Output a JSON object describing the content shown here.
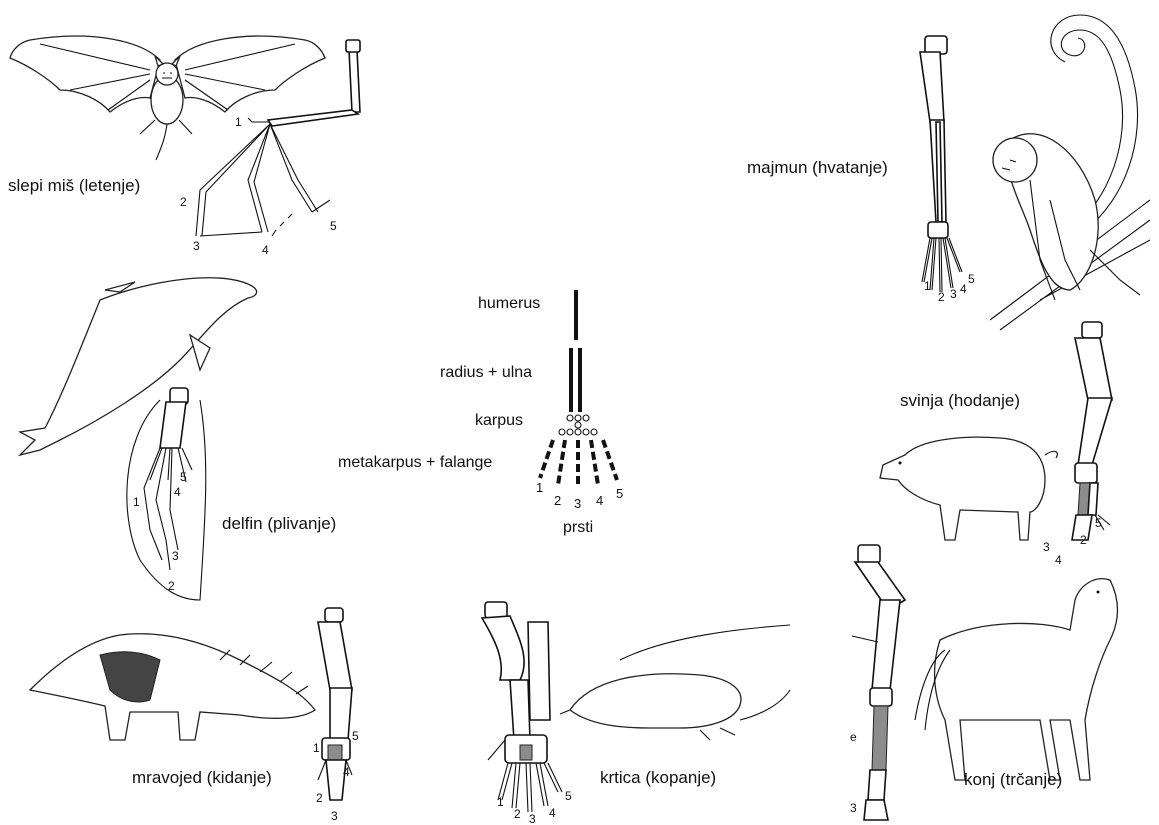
{
  "center": {
    "labels": {
      "humerus": "humerus",
      "radius_ulna": "radius + ulna",
      "karpus": "karpus",
      "metakarpus": "metakarpus + falange",
      "prsti": "prsti"
    },
    "digits": [
      "1",
      "2",
      "3",
      "4",
      "5"
    ]
  },
  "animals": {
    "bat": {
      "label": "slepi miš (letenje)",
      "digits": [
        "1",
        "2",
        "3",
        "4",
        "5"
      ]
    },
    "monkey": {
      "label": "majmun (hvatanje)",
      "digits": [
        "1",
        "2",
        "3",
        "4",
        "5"
      ]
    },
    "dolphin": {
      "label": "delfin (plivanje)",
      "digits": [
        "1",
        "2",
        "3",
        "4",
        "5"
      ]
    },
    "pig": {
      "label": "svinja (hodanje)",
      "digits": [
        "2",
        "3",
        "4",
        "5"
      ]
    },
    "anteater": {
      "label": "mravojed (kidanje)",
      "digits": [
        "1",
        "2",
        "3",
        "4",
        "5"
      ]
    },
    "mole": {
      "label": "krtica (kopanje)",
      "digits": [
        "1",
        "2",
        "3",
        "4",
        "5"
      ]
    },
    "horse": {
      "label": "konj (trčanje)",
      "digits": [
        "3"
      ],
      "mark": "e"
    }
  }
}
